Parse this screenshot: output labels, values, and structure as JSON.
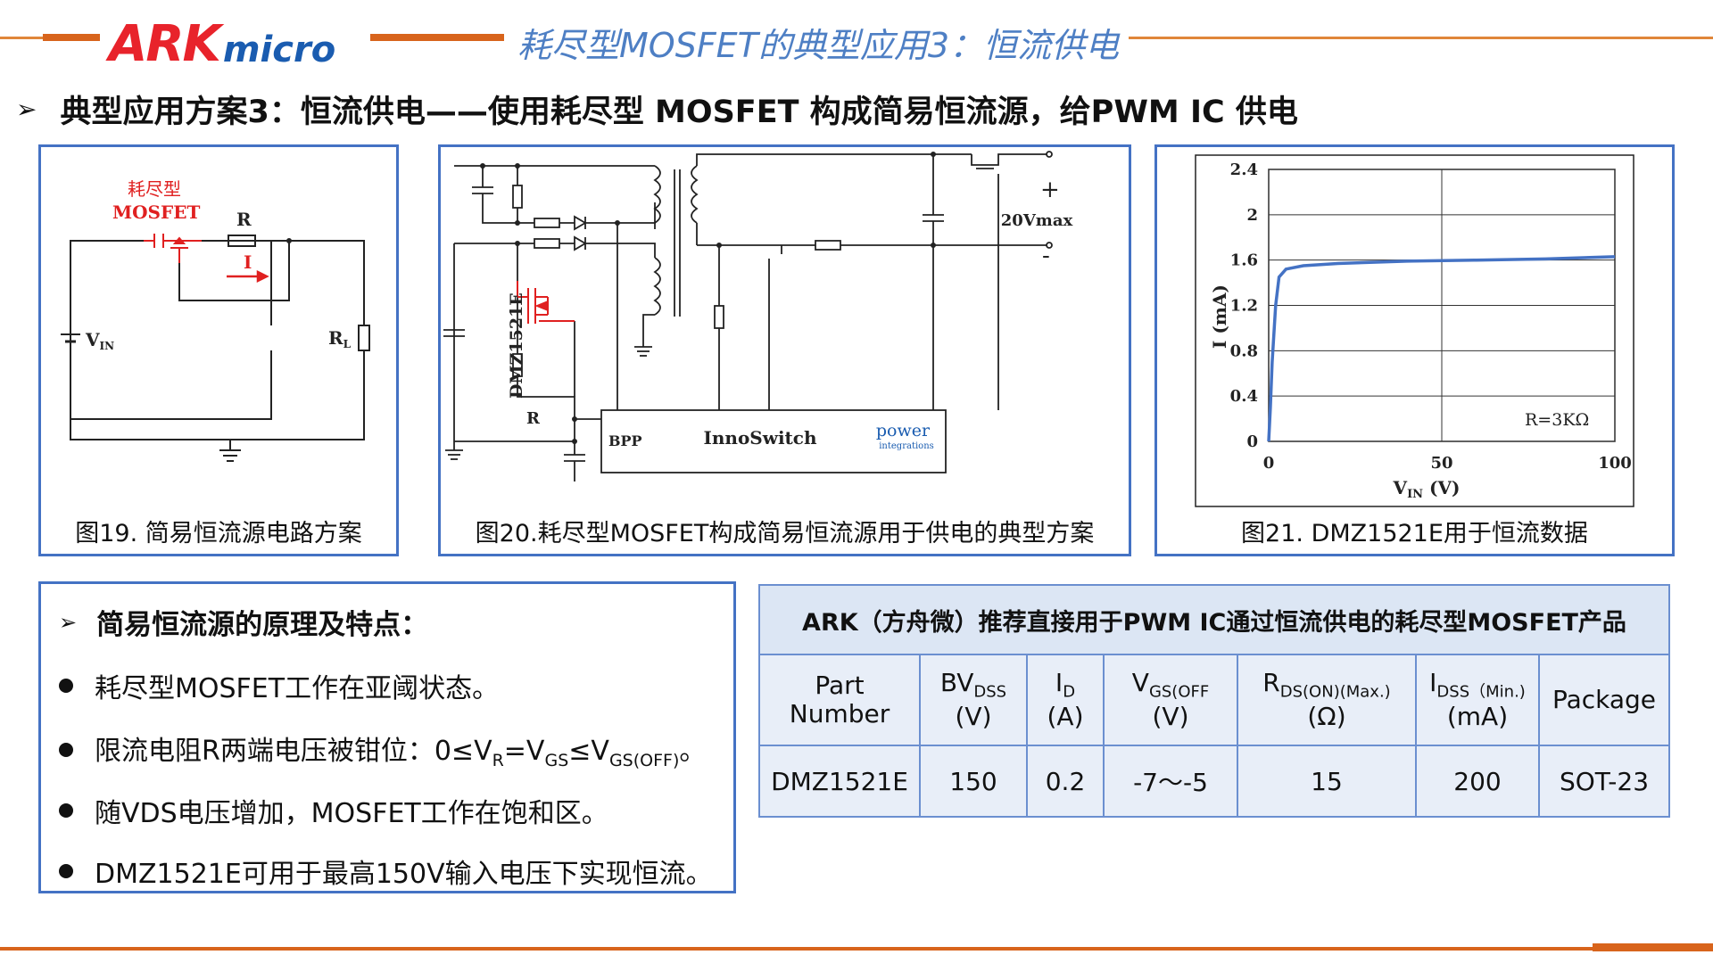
{
  "header": {
    "logo_ark": "ARK",
    "logo_micro": "micro",
    "title": "耗尽型MOSFET的典型应用3：恒流供电"
  },
  "heading": {
    "arrow": "➢",
    "text": "典型应用方案3：恒流供电——使用耗尽型 MOSFET 构成简易恒流源，给PWM IC 供电"
  },
  "fig19": {
    "caption": "图19. 简易恒流源电路方案",
    "label_type": "耗尽型",
    "label_mosfet": "MOSFET",
    "label_r": "R",
    "label_i": "I",
    "label_vin": "V",
    "label_vin_sub": "IN",
    "label_rl": "R",
    "label_rl_sub": "L"
  },
  "fig20": {
    "caption": "图20.耗尽型MOSFET构成简易恒流源用于供电的典型方案",
    "label_part": "DMZ1521E",
    "label_r": "R",
    "label_bpp": "BPP",
    "label_ic": "InnoSwitch",
    "label_plus": "+",
    "label_vmax": "20Vmax",
    "label_minus": "-",
    "label_pi_main": "power",
    "label_pi_sub": "integrations"
  },
  "fig21": {
    "caption": "图21. DMZ1521E用于恒流数据",
    "chart_data": {
      "type": "line",
      "xlabel": "V_IN (V)",
      "ylabel": "I (mA)",
      "xlim": [
        0,
        100
      ],
      "ylim": [
        0,
        2.4
      ],
      "x_ticks": [
        0,
        50,
        100
      ],
      "y_ticks": [
        0,
        0.4,
        0.8,
        1.2,
        1.6,
        2,
        2.4
      ],
      "grid": true,
      "annotation": "R=3KΩ",
      "series": [
        {
          "color": "#4472c4",
          "x": [
            0,
            0.5,
            1,
            2,
            3,
            5,
            10,
            20,
            40,
            60,
            80,
            100
          ],
          "y": [
            0,
            0.3,
            0.7,
            1.2,
            1.45,
            1.52,
            1.55,
            1.57,
            1.59,
            1.6,
            1.61,
            1.63
          ]
        }
      ]
    }
  },
  "principle": {
    "arrow": "➢",
    "title": "简易恒流源的原理及特点：",
    "b1": "耗尽型MOSFET工作在亚阈状态。",
    "b2_a": "限流电阻R两端电压被钳位：0≤V",
    "b2_s1": "R",
    "b2_b": "=V",
    "b2_s2": "GS",
    "b2_c": "≤V",
    "b2_s3": "GS(OFF)",
    "b2_d": "。",
    "b3": "随VDS电压增加，MOSFET工作在饱和区。",
    "b4": "DMZ1521E可用于最高150V输入电压下实现恒流。"
  },
  "table": {
    "caption": "ARK（方舟微）推荐直接用于PWM IC通过恒流供电的耗尽型MOSFET产品",
    "h_part_1": "Part",
    "h_part_2": "Number",
    "h_bv": "BV",
    "h_bv_sub": "DSS",
    "h_bv_unit": "(V)",
    "h_id": "I",
    "h_id_sub": "D",
    "h_id_unit": "(A)",
    "h_vgs": "V",
    "h_vgs_sub": "GS(OFF",
    "h_vgs_unit": "(V)",
    "h_rds": "R",
    "h_rds_sub": "DS(ON)(Max.)",
    "h_rds_unit": "(Ω)",
    "h_idss": "I",
    "h_idss_sub": "DSS",
    "h_idss_min": "（Min.)",
    "h_idss_unit": "(mA)",
    "h_pkg": "Package",
    "rows": [
      [
        "DMZ1521E",
        "150",
        "0.2",
        "-7～-5",
        "15",
        "200",
        "SOT-23"
      ]
    ]
  }
}
